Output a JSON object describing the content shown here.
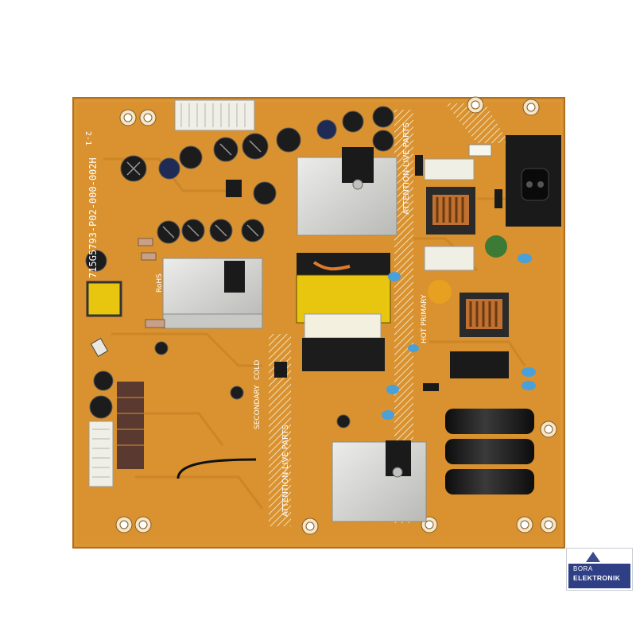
{
  "board": {
    "part_number": "715G5793-P02-000-002H",
    "warning_live": "ATTENTION-LIVE PARTS",
    "warning_live_lower": "ATTENTION-LIVE PARTS",
    "rohs": "RoHS",
    "secondary": "SECONDARY",
    "cold": "COLD",
    "primary": "PRIMARY",
    "hot": "HOT",
    "rev": "2-1"
  },
  "logo": {
    "line1": "BORA",
    "line2": "ELEKTRONIK"
  },
  "colors": {
    "pcb": "#d9922f",
    "heatsink": "#d8d8d6",
    "capacitor_black": "#1c1c1c",
    "brand_blue": "#2f3f85"
  }
}
